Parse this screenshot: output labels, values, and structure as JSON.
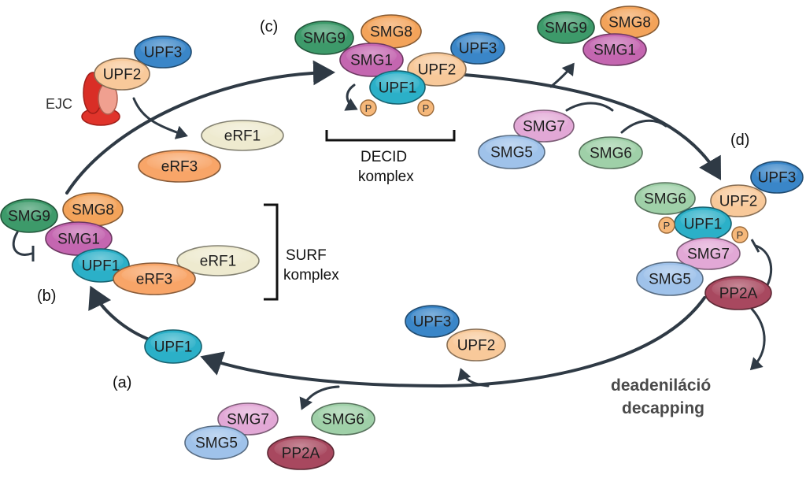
{
  "stages": {
    "a": "(a)",
    "b": "(b)",
    "c": "(c)",
    "d": "(d)"
  },
  "complexes": {
    "surf_line1": "SURF",
    "surf_line2": "komplex",
    "decid_line1": "DECID",
    "decid_line2": "komplex"
  },
  "outcome": {
    "line1": "deadeniláció",
    "line2": "decapping"
  },
  "ejc_label": "EJC",
  "phospho_label": "P",
  "proteins": {
    "upf1": "UPF1",
    "upf2": "UPF2",
    "upf3": "UPF3",
    "smg1": "SMG1",
    "smg5": "SMG5",
    "smg6": "SMG6",
    "smg7": "SMG7",
    "smg8": "SMG8",
    "smg9": "SMG9",
    "erf1": "eRF1",
    "erf3": "eRF3",
    "pp2a": "PP2A"
  },
  "colors": {
    "upf1": "#2bb0c8",
    "upf2": "#f8c99a",
    "upf3": "#3a86c8",
    "smg1": "#c466b0",
    "smg5": "#9fc2ea",
    "smg6": "#9fd0a8",
    "smg7": "#e2a8d6",
    "smg8": "#f3a35a",
    "smg9": "#3d9a6a",
    "erf1": "#eeeacf",
    "erf3": "#f8a568",
    "pp2a": "#a8485f",
    "phospho": "#f6b87a",
    "ejc": "#e0342b",
    "arrow": "#2f3a45"
  }
}
